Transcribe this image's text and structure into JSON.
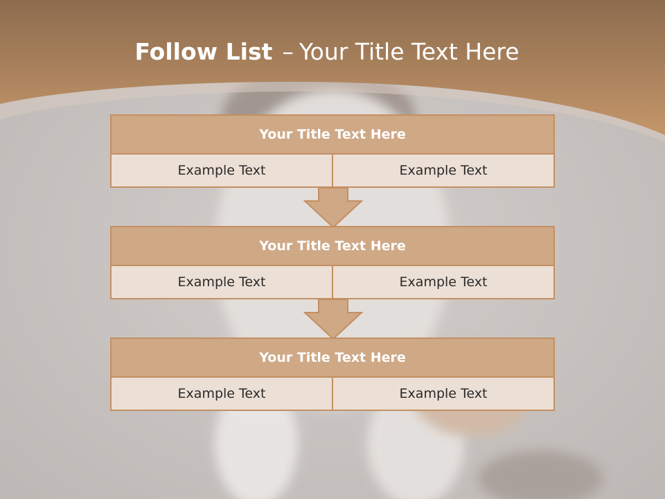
{
  "slide": {
    "title_bold": "Follow List",
    "title_dash": "–",
    "title_rest": "Your Title Text Here"
  },
  "blocks": [
    {
      "title": "Your Title Text Here",
      "left": "Example Text",
      "right": "Example Text"
    },
    {
      "title": "Your Title Text Here",
      "left": "Example Text",
      "right": "Example Text"
    },
    {
      "title": "Your Title Text Here",
      "left": "Example Text",
      "right": "Example Text"
    }
  ],
  "colors": {
    "header_top": "#8d6c4e",
    "header_bottom": "#c4966a",
    "block_head": "#cfa886",
    "block_cell": "#ecdfd5",
    "border": "#c38f62"
  }
}
